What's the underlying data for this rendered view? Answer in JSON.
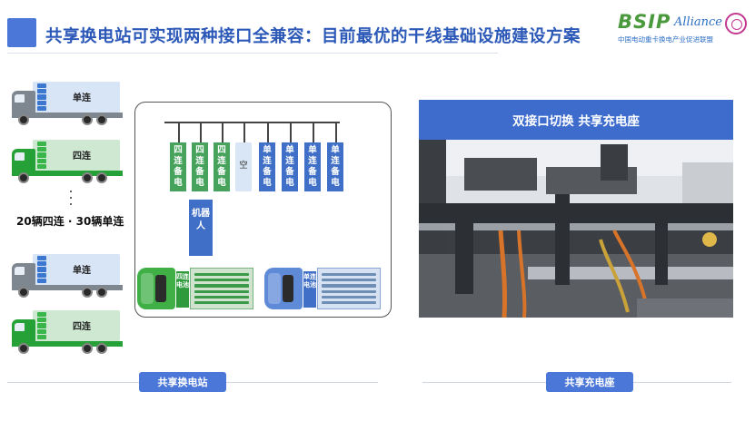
{
  "title": "共享换电站可实现两种接口全兼容：目前最优的干线基础设施建设方案",
  "logo": {
    "bsip": "BSIP",
    "alliance": "Alliance",
    "subtitle": "中国电动重卡换电产业促进联盟"
  },
  "left_trucks": [
    {
      "label": "单连",
      "style": "gray"
    },
    {
      "label": "四连",
      "style": "green"
    },
    {
      "label": "单连",
      "style": "gray"
    },
    {
      "label": "四连",
      "style": "green"
    }
  ],
  "fleet_count_text": "20辆四连 · 30辆单连",
  "station": {
    "slots": [
      {
        "text": "四连备电",
        "type": "green"
      },
      {
        "text": "四连备电",
        "type": "green"
      },
      {
        "text": "四连备电",
        "type": "green"
      },
      {
        "text": "空",
        "type": "empty"
      },
      {
        "text": "单连备电",
        "type": "blue"
      },
      {
        "text": "单连备电",
        "type": "blue"
      },
      {
        "text": "单连备电",
        "type": "blue"
      },
      {
        "text": "单连备电",
        "type": "blue"
      }
    ],
    "robot_label": "机器人",
    "trucks": [
      {
        "battery_label": "四连电池",
        "style": "green"
      },
      {
        "battery_label": "单连电池",
        "style": "blue"
      }
    ]
  },
  "right_panel": {
    "header": "双接口切换 共享充电座"
  },
  "bottom_labels": {
    "left": "共享换电站",
    "right": "共享充电座"
  },
  "colors": {
    "accent_blue": "#3d6ccd",
    "truck_green": "#26a137",
    "truck_gray": "#7e878f"
  }
}
